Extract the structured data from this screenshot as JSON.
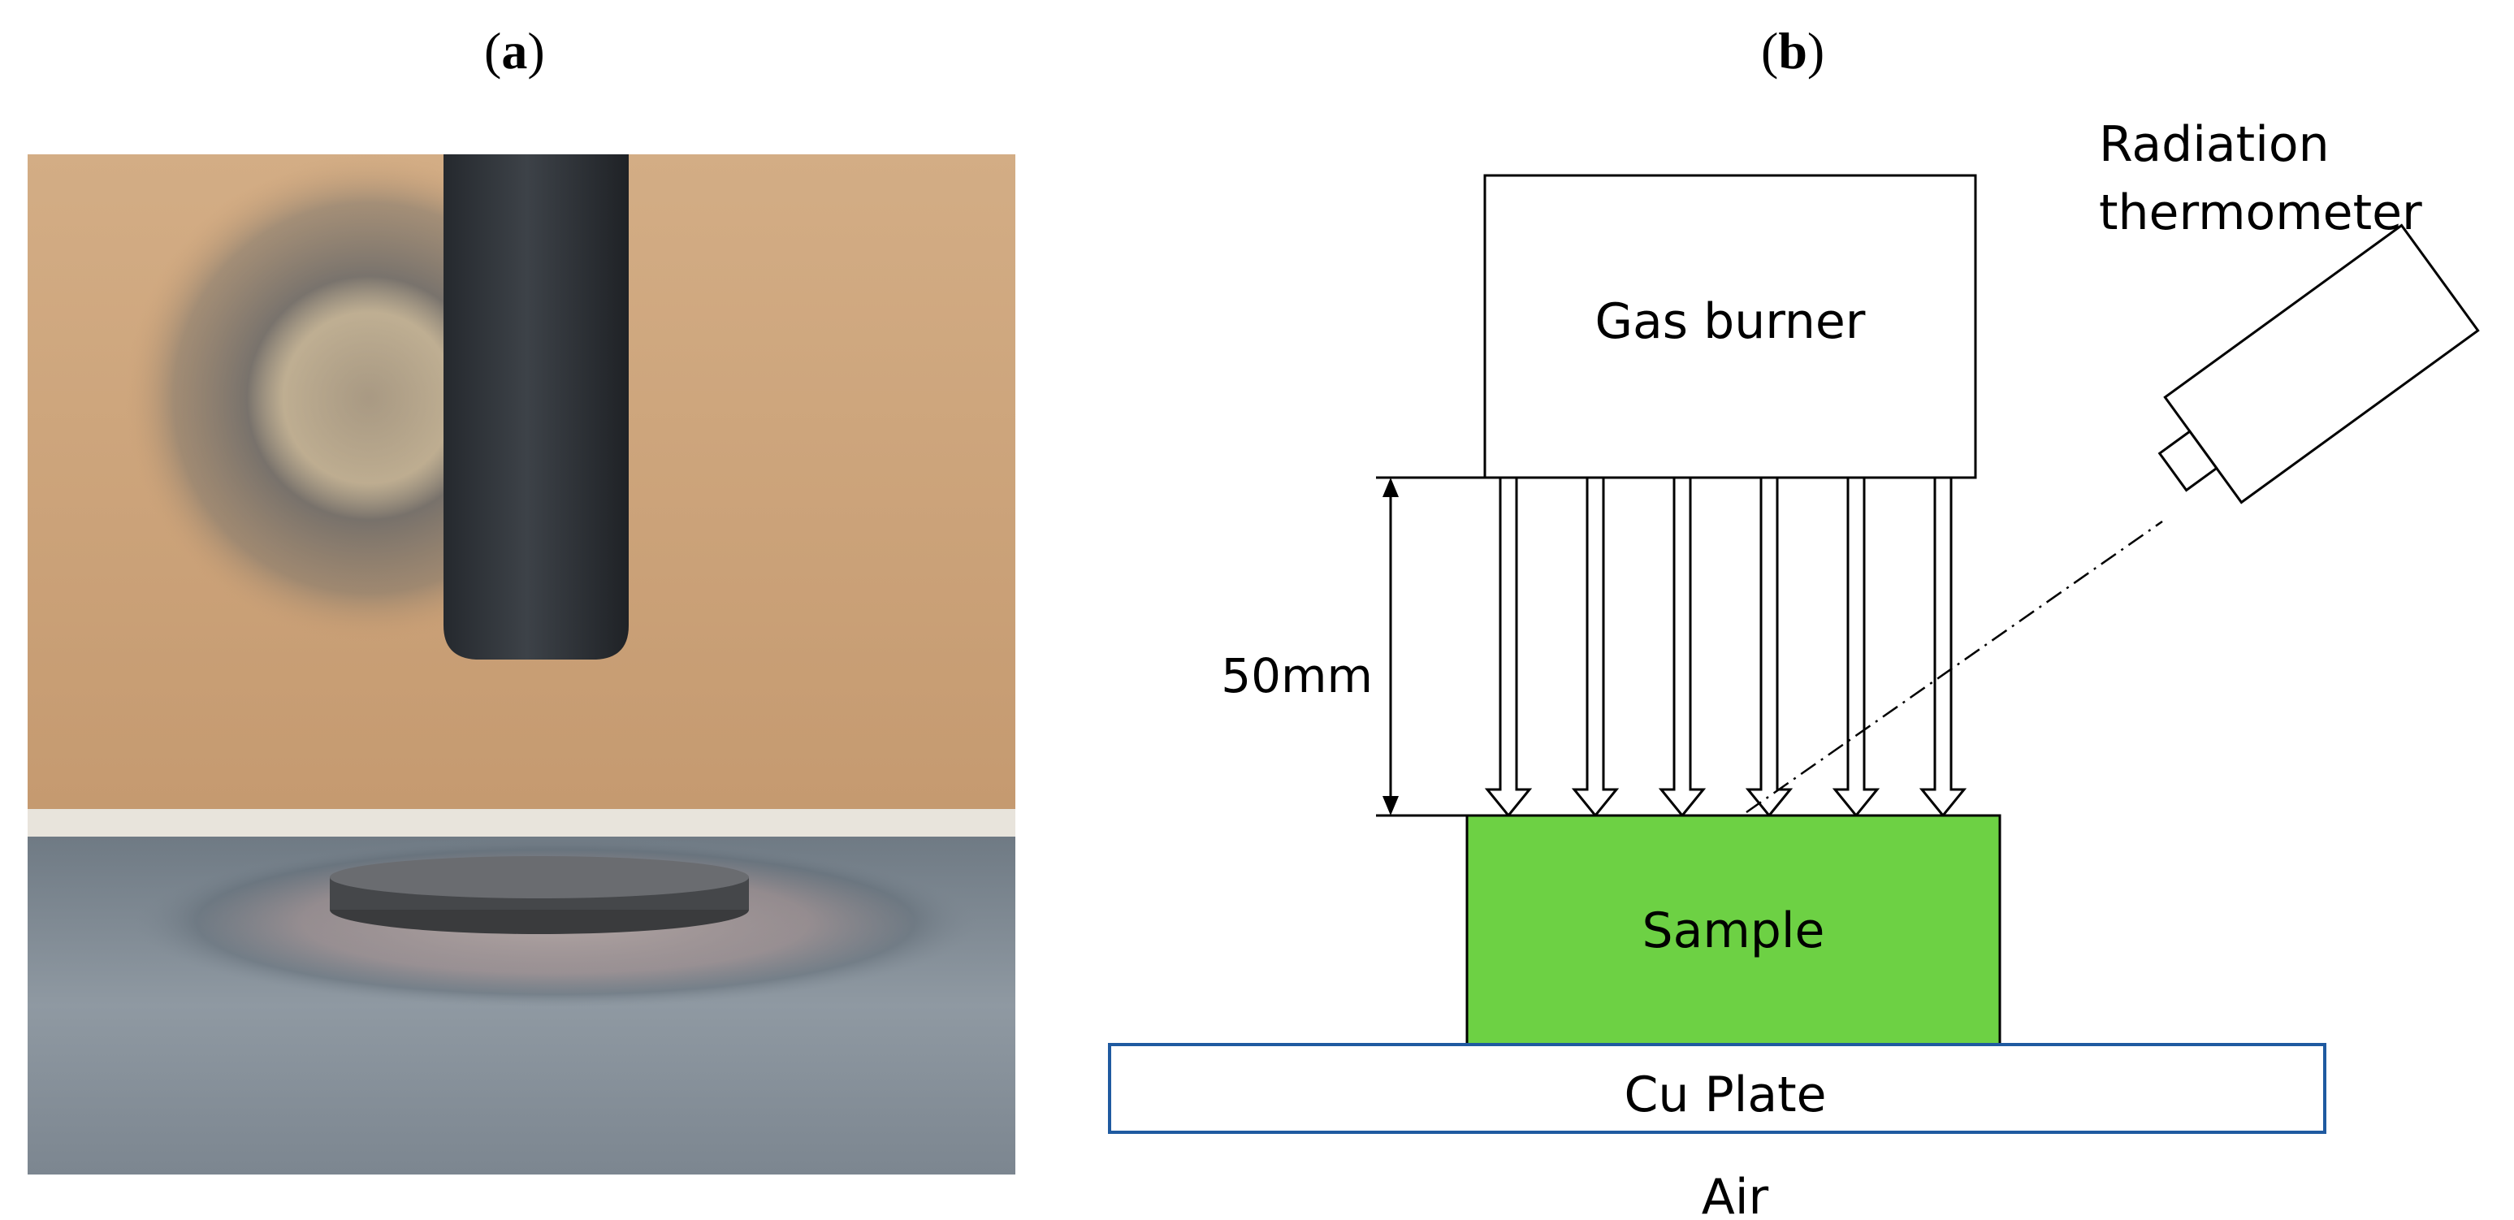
{
  "panels": {
    "a_label": "a",
    "b_label": "b"
  },
  "diagram": {
    "burner_label": "Gas burner",
    "thermometer_label_line1": "Radiation",
    "thermometer_label_line2": "thermometer",
    "distance_label": "50mm",
    "sample_label": "Sample",
    "plate_label": "Cu Plate",
    "air_label": "Air",
    "colors": {
      "sample_fill": "#6dd144",
      "plate_stroke": "#1f5aa0",
      "wall": "#c9a27a",
      "table": "#7d8792"
    }
  },
  "photo": {
    "description_icons": [
      "refractory-wall",
      "burner-nozzle",
      "scorch-ring",
      "sample-disc",
      "metal-table"
    ]
  }
}
